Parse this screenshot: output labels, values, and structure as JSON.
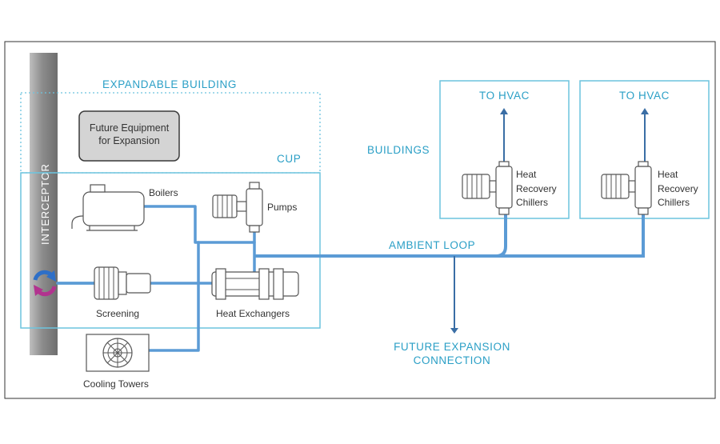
{
  "interceptor": {
    "label": "INTERCEPTOR"
  },
  "expandable_building": {
    "label": "EXPANDABLE BUILDING"
  },
  "future_equipment": {
    "line1": "Future Equipment",
    "line2": "for Expansion"
  },
  "cup": {
    "label": "CUP"
  },
  "equipment": {
    "boilers": "Boilers",
    "pumps": "Pumps",
    "screening": "Screening",
    "heat_exchangers": "Heat Exchangers",
    "cooling_towers": "Cooling Towers"
  },
  "buildings": {
    "label": "BUILDINGS"
  },
  "building_left": {
    "to_hvac": "TO HVAC",
    "chiller_line1": "Heat",
    "chiller_line2": "Recovery",
    "chiller_line3": "Chillers"
  },
  "building_right": {
    "to_hvac": "TO HVAC",
    "chiller_line1": "Heat",
    "chiller_line2": "Recovery",
    "chiller_line3": "Chillers"
  },
  "ambient_loop": {
    "label": "AMBIENT LOOP"
  },
  "future_expansion": {
    "line1": "FUTURE EXPANSION",
    "line2": "CONNECTION"
  },
  "colors": {
    "accent": "#2a9fc6",
    "pipe": "#5b9bd5",
    "box": "#6cc4de",
    "frame": "#333333"
  }
}
